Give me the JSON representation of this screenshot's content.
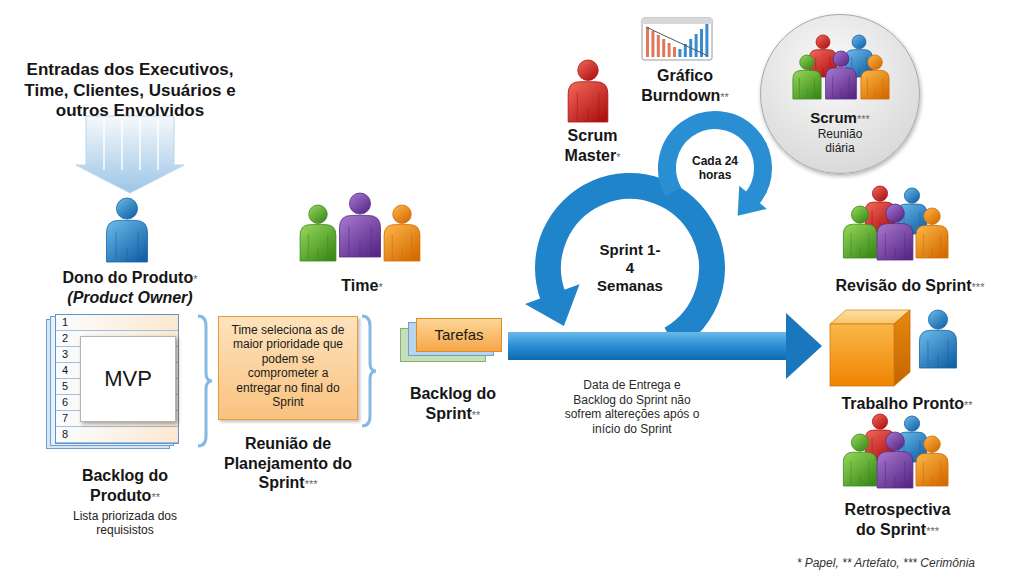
{
  "diagram": {
    "nodes": [
      {
        "text": [
          "1",
          "2",
          "3",
          "4",
          "5",
          "6",
          "7",
          "8",
          "Backlog do Produto**",
          "Lista priorizada dos requisistos"
        ]
      },
      {
        "text": [
          "MVP"
        ],
        "in": 0
      },
      {
        "text": [
          "Time seleciona as de maior prioridade que podem se comprometer a entregar no final do Sprint",
          "Reunião de Planejamento do Sprint***"
        ]
      },
      {
        "text": [
          "Tarefas",
          "Backlog do Sprint**"
        ]
      },
      {
        "text": [
          "Scrum***",
          "Reunião diária"
        ]
      },
      {
        "text": [
          "Cada 24 horas"
        ]
      },
      {
        "text": [
          "Sprint 1-4 Semanas"
        ]
      },
      {
        "text": [
          "Trabalho Pronto**"
        ]
      }
    ],
    "edges": [
      {
        "from": 3,
        "to": 7,
        "arrow": "to"
      }
    ],
    "labels": [
      "Entradas dos Executivos, Time, Clientes, Usuários e outros Envolvidos",
      "Dono do Produto*",
      "(Product Owner)",
      "Time*",
      "Scrum Master*",
      "Gráfico Burndown**",
      "Revisão do Sprint***",
      "Data de Entrega e Backlog do Sprint não sofrem altereções após o início do Sprint",
      "Retrospectiva do Sprint***",
      "* Papel, ** Artefato, *** Cerimônia"
    ]
  }
}
